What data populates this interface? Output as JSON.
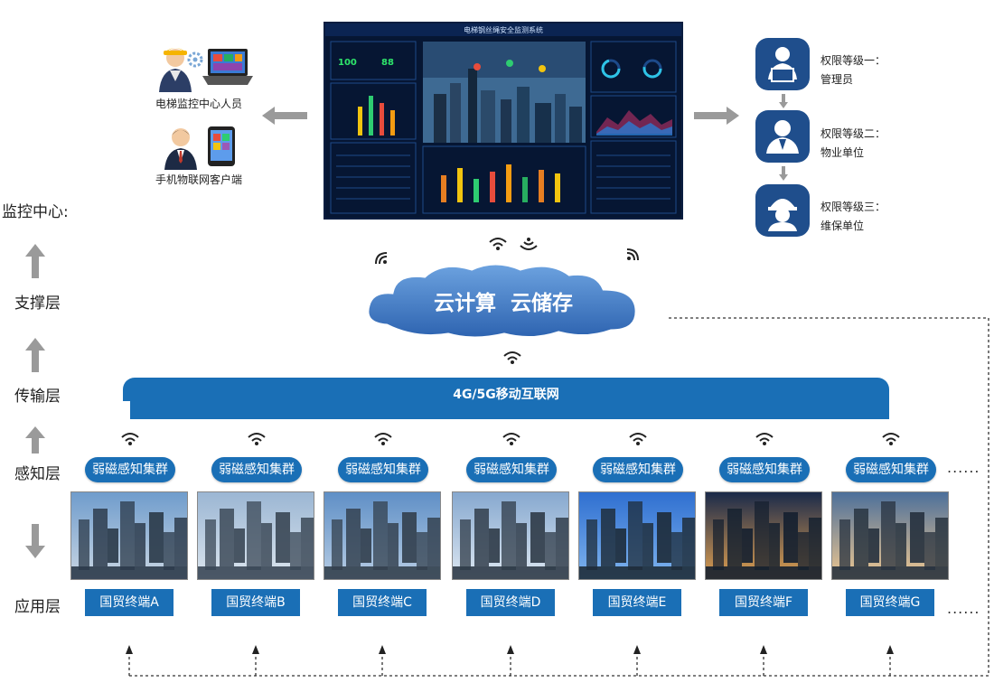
{
  "layers": {
    "monitor_center": "监控中心:",
    "support": "支撑层",
    "transport": "传输层",
    "perception": "感知层",
    "application": "应用层"
  },
  "monitor_people": {
    "center_staff": "电梯监控中心人员",
    "mobile_client": "手机物联网客户端"
  },
  "screen": {
    "title": "电梯钢丝绳安全监测系统",
    "metric_1_value": "100",
    "metric_2_value": "88"
  },
  "permissions": [
    {
      "level": "权限等级一：",
      "role": "管理员"
    },
    {
      "level": "权限等级二：",
      "role": "物业单位"
    },
    {
      "level": "权限等级三：",
      "role": "维保单位"
    }
  ],
  "cloud": {
    "label": "云计算  云储存"
  },
  "network": {
    "label": "4G/5G移动互联网"
  },
  "cluster_label": "弱磁感知集群",
  "terminals": [
    "国贸终端A",
    "国贸终端B",
    "国贸终端C",
    "国贸终端D",
    "国贸终端E",
    "国贸终端F",
    "国贸终端G"
  ],
  "ellipsis": "......",
  "colors": {
    "accent": "#1a6fb6",
    "dark_blue": "#1f4e8c",
    "arrow_gray": "#9a9a9a"
  }
}
